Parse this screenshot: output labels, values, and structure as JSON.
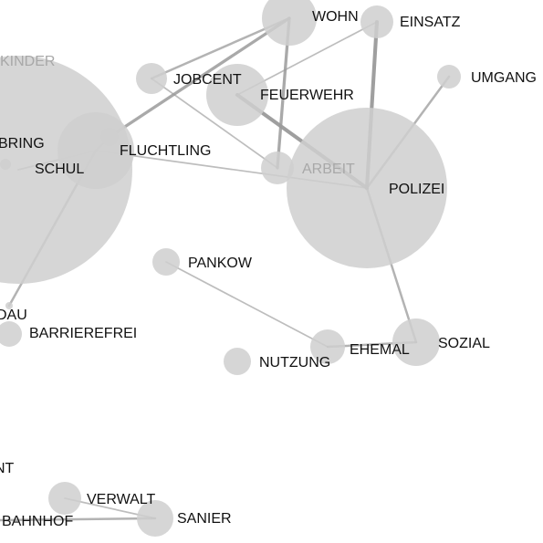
{
  "diagram": {
    "colors": {
      "background": "#ffffff",
      "node": "#cfcfcf",
      "edge": "#9a9a9a",
      "label": "#111111",
      "label_faded": "#a8a8a8"
    },
    "nodes": [
      {
        "id": "kinder",
        "label": "KINDER",
        "faded": true
      },
      {
        "id": "bring",
        "label": "BRING",
        "faded": false
      },
      {
        "id": "schul",
        "label": "SCHUL",
        "faded": false
      },
      {
        "id": "fluchtling",
        "label": "FLUCHTLING",
        "faded": false
      },
      {
        "id": "jobcent",
        "label": "JOBCENT",
        "faded": false
      },
      {
        "id": "feuerwehr",
        "label": "FEUERWEHR",
        "faded": false
      },
      {
        "id": "wohn",
        "label": "WOHN",
        "faded": false
      },
      {
        "id": "einsatz",
        "label": "EINSATZ",
        "faded": false
      },
      {
        "id": "umgang",
        "label": "UMGANG",
        "faded": false
      },
      {
        "id": "arbeit",
        "label": "ARBEIT",
        "faded": true
      },
      {
        "id": "polizei",
        "label": "POLIZEI",
        "faded": false
      },
      {
        "id": "pankow",
        "label": "PANKOW",
        "faded": false
      },
      {
        "id": "dau",
        "label": "DAU",
        "faded": false
      },
      {
        "id": "barrierefrei",
        "label": "BARRIEREFREI",
        "faded": false
      },
      {
        "id": "nutzung",
        "label": "NUTZUNG",
        "faded": false
      },
      {
        "id": "ehemal",
        "label": "EHEMAL",
        "faded": false
      },
      {
        "id": "sozial",
        "label": "SOZIAL",
        "faded": false
      },
      {
        "id": "nt",
        "label": "NT",
        "faded": false
      },
      {
        "id": "verwalt",
        "label": "VERWALT",
        "faded": false
      },
      {
        "id": "bahnhof",
        "label": "BAHNHOF",
        "faded": false
      },
      {
        "id": "sanier",
        "label": "SANIER",
        "faded": false
      }
    ],
    "edges": [
      {
        "from": "wohn",
        "to": "arbeit",
        "weight": 3
      },
      {
        "from": "wohn",
        "to": "jobcent",
        "weight": 2
      },
      {
        "from": "wohn",
        "to": "fluchtling",
        "weight": 3
      },
      {
        "from": "einsatz",
        "to": "polizei",
        "weight": 4
      },
      {
        "from": "einsatz",
        "to": "feuerwehr",
        "weight": 1
      },
      {
        "from": "feuerwehr",
        "to": "polizei",
        "weight": 4
      },
      {
        "from": "jobcent",
        "to": "arbeit",
        "weight": 1
      },
      {
        "from": "umgang",
        "to": "polizei",
        "weight": 2
      },
      {
        "from": "schul",
        "to": "polizei",
        "weight": 1
      },
      {
        "from": "schul",
        "to": "dau",
        "weight": 2
      },
      {
        "from": "schul",
        "to": "kinder",
        "weight": 1
      },
      {
        "from": "polizei",
        "to": "sozial",
        "weight": 2
      },
      {
        "from": "pankow",
        "to": "ehemal",
        "weight": 1
      },
      {
        "from": "ehemal",
        "to": "sozial",
        "weight": 2
      },
      {
        "from": "verwalt",
        "to": "sanier",
        "weight": 1
      },
      {
        "from": "bahnhof",
        "to": "sanier",
        "weight": 2
      },
      {
        "from": "fluchtling",
        "to": "schul",
        "weight": 2
      }
    ]
  }
}
